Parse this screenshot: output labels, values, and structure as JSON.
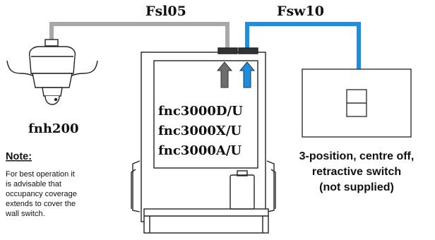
{
  "cables": {
    "sensor_cable": "Fsl05",
    "switch_cable": "Fsw10"
  },
  "sensor": {
    "label": "fnh200"
  },
  "controller": {
    "models": [
      "fnc3000D/U",
      "fnc3000X/U",
      "fnc3000A/U"
    ]
  },
  "switch": {
    "caption": [
      "3-position, centre off,",
      "retractive switch",
      "(not supplied)"
    ]
  },
  "note": {
    "title": "Note:",
    "lines": [
      "For best operation it",
      "is advisable that",
      "occupancy coverage",
      "extends to cover the",
      "wall switch."
    ]
  },
  "colors": {
    "sensor_cable": "#a8a8a8",
    "switch_cable": "#1c8fe0",
    "arrow_grey": "#6e6e6e",
    "arrow_blue": "#1c8fe0",
    "outline": "#222222"
  }
}
